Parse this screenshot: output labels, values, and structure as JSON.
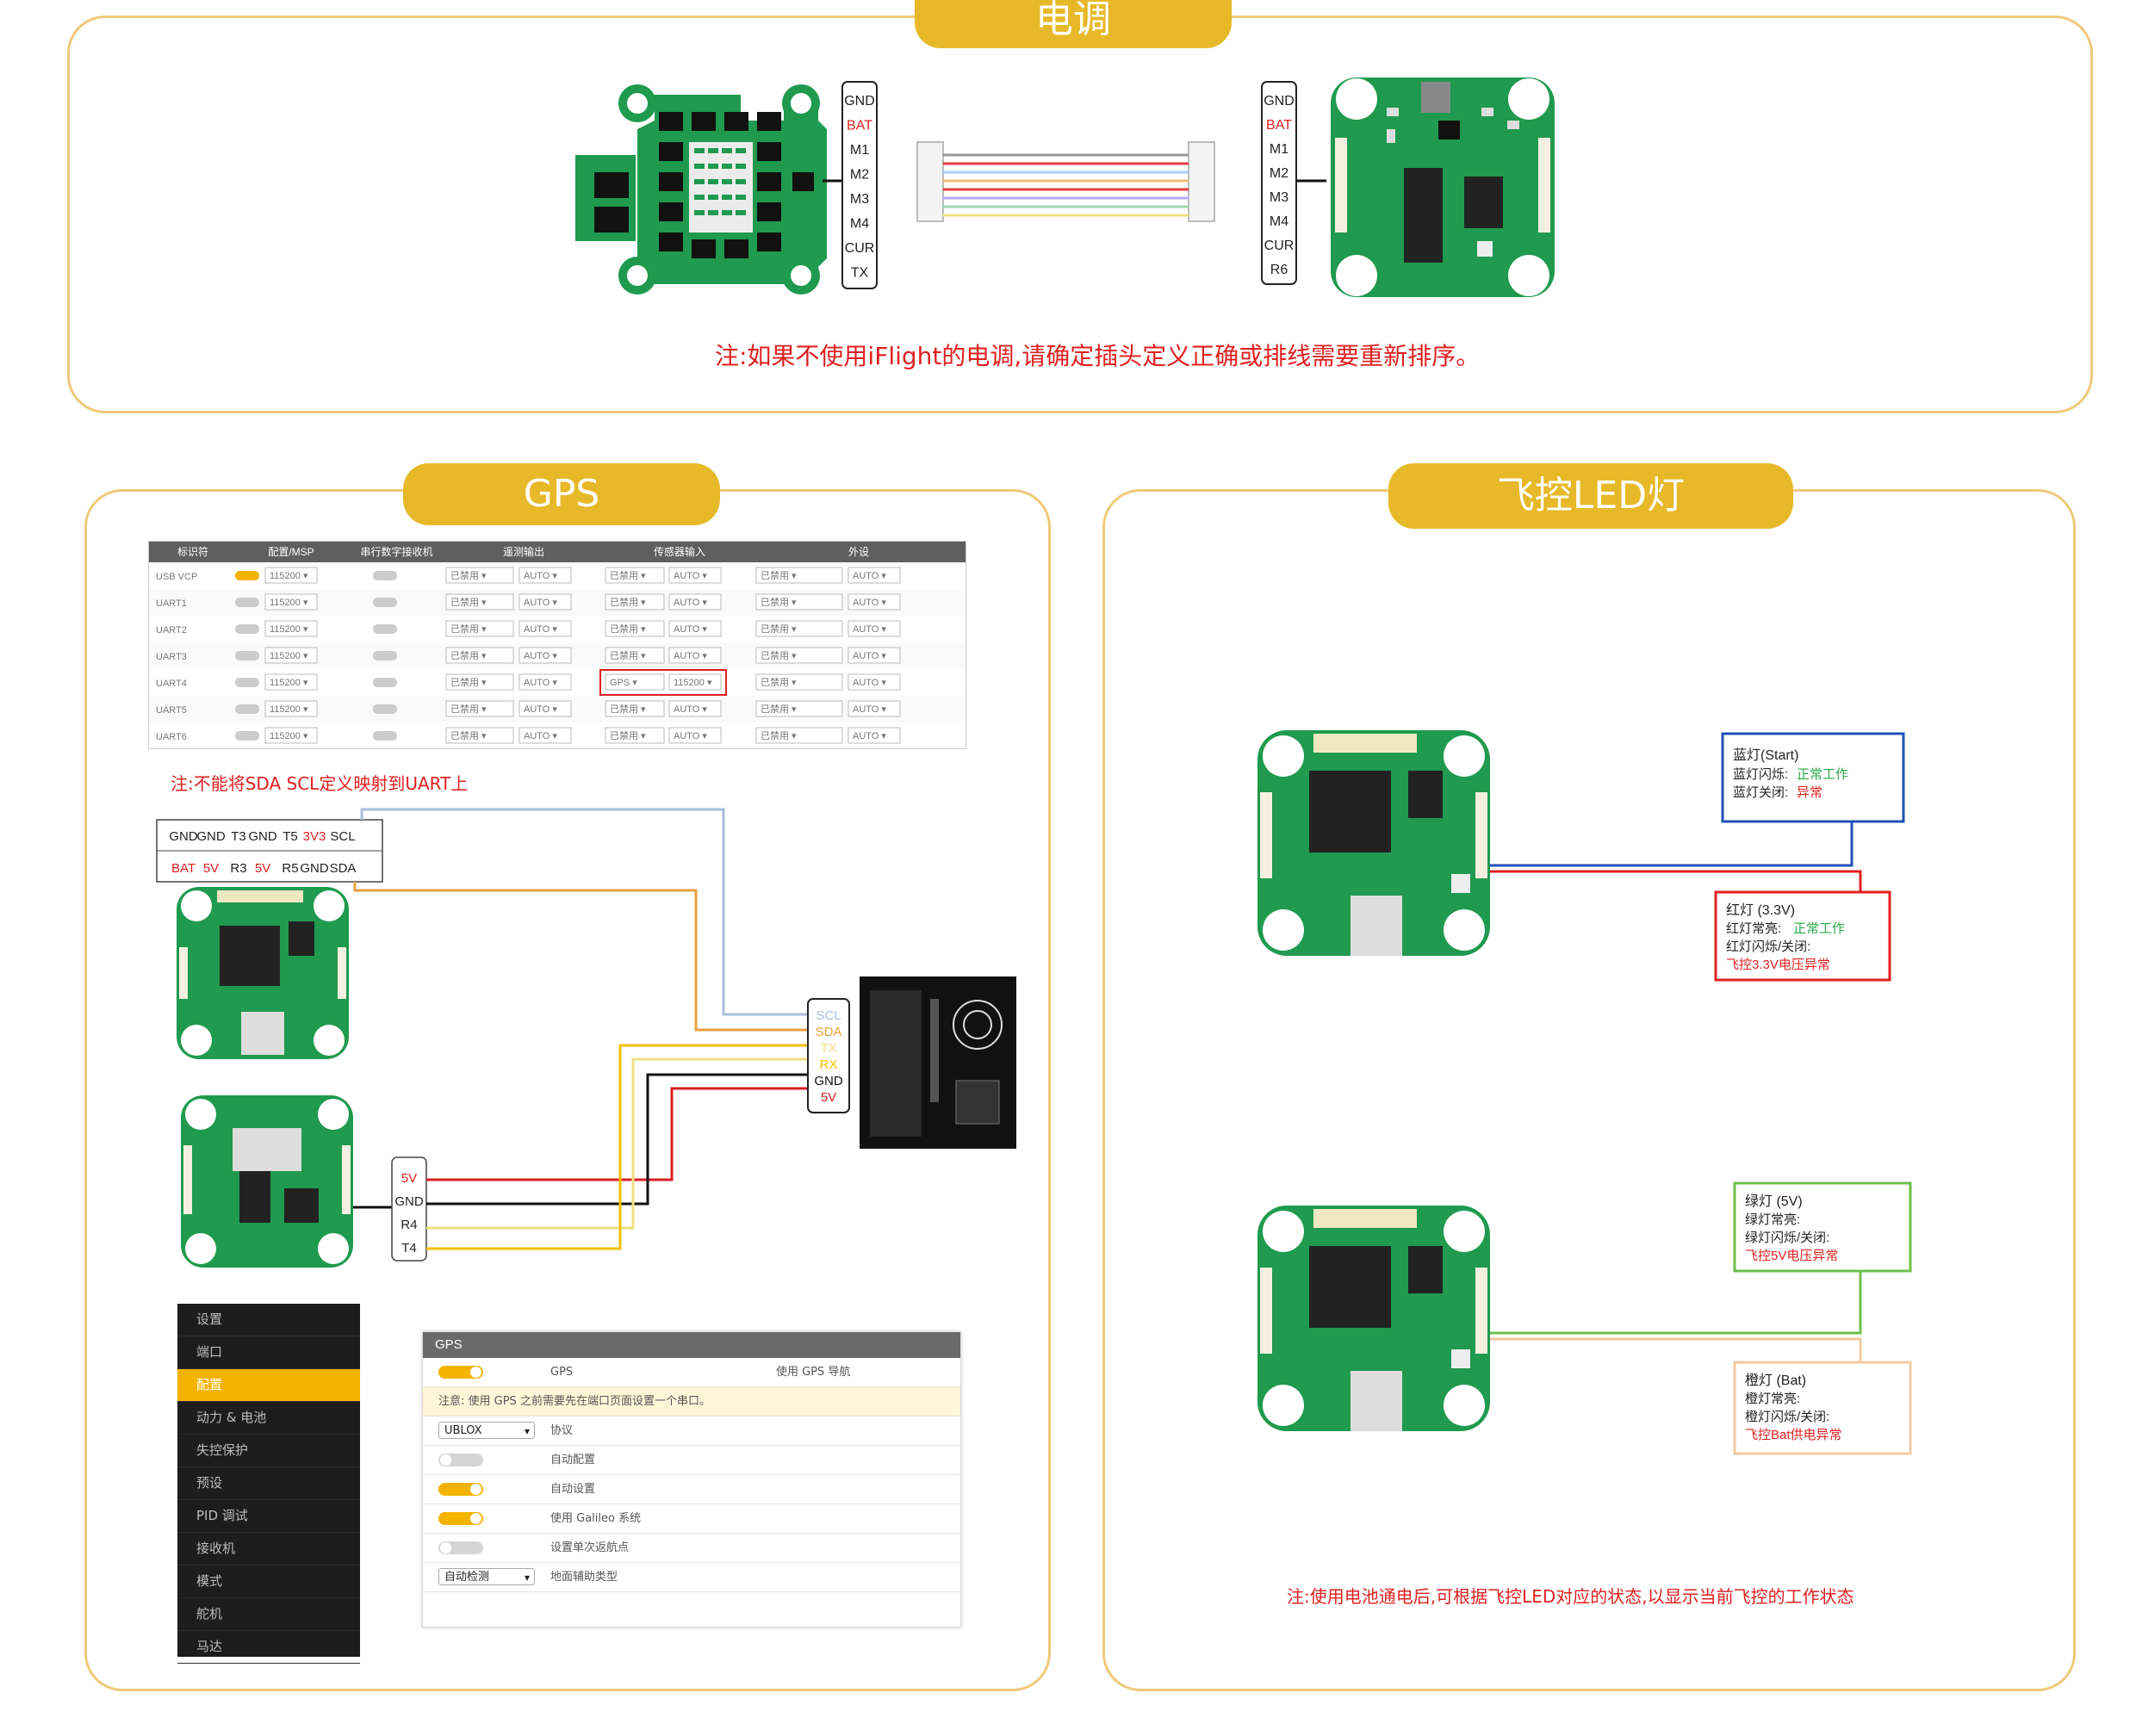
{
  "sections": {
    "esc": {
      "title": "电调"
    },
    "gps": {
      "title": "GPS"
    },
    "led": {
      "title": "飞控LED灯"
    }
  },
  "esc": {
    "left_pins": [
      "GND",
      "BAT",
      "M1",
      "M2",
      "M3",
      "M4",
      "CUR",
      "TX"
    ],
    "right_pins": [
      "GND",
      "BAT",
      "M1",
      "M2",
      "M3",
      "M4",
      "CUR",
      "R6"
    ],
    "note": "注:如果不使用iFlight的电调,请确定插头定义正确或排线需要重新排序。"
  },
  "gps": {
    "ports_note": "注:不能将SDA SCL定义映射到UART上",
    "top_connector_row1": [
      "GND",
      "GND",
      "T3",
      "GND",
      "T5",
      "3V3",
      "SCL"
    ],
    "top_connector_row2": [
      "BAT",
      "5V",
      "R3",
      "5V",
      "R5",
      "GND",
      "SDA"
    ],
    "module_pins": [
      "SCL",
      "SDA",
      "TX",
      "RX",
      "GND",
      "5V"
    ],
    "bottom_connector": [
      "5V",
      "GND",
      "R4",
      "T4"
    ],
    "ports_table": {
      "columns": [
        "标识符",
        "配置/MSP",
        "串行数字接收机",
        "遥测输出",
        "传感器输入",
        "外设"
      ],
      "rows": [
        {
          "id": "USB VCP",
          "msp": true,
          "baud": "115200",
          "rx": false,
          "tel": "已禁用",
          "tel_b": "AUTO",
          "sens": "已禁用",
          "sens_b": "AUTO",
          "per": "已禁用",
          "per_b": "AUTO"
        },
        {
          "id": "UART1",
          "msp": false,
          "baud": "115200",
          "rx": false,
          "tel": "已禁用",
          "tel_b": "AUTO",
          "sens": "已禁用",
          "sens_b": "AUTO",
          "per": "已禁用",
          "per_b": "AUTO"
        },
        {
          "id": "UART2",
          "msp": false,
          "baud": "115200",
          "rx": false,
          "tel": "已禁用",
          "tel_b": "AUTO",
          "sens": "已禁用",
          "sens_b": "AUTO",
          "per": "已禁用",
          "per_b": "AUTO"
        },
        {
          "id": "UART3",
          "msp": false,
          "baud": "115200",
          "rx": false,
          "tel": "已禁用",
          "tel_b": "AUTO",
          "sens": "已禁用",
          "sens_b": "AUTO",
          "per": "已禁用",
          "per_b": "AUTO"
        },
        {
          "id": "UART4",
          "msp": false,
          "baud": "115200",
          "rx": false,
          "tel": "已禁用",
          "tel_b": "AUTO",
          "sens": "GPS",
          "sens_b": "115200",
          "per": "已禁用",
          "per_b": "AUTO"
        },
        {
          "id": "UART5",
          "msp": false,
          "baud": "115200",
          "rx": false,
          "tel": "已禁用",
          "tel_b": "AUTO",
          "sens": "已禁用",
          "sens_b": "AUTO",
          "per": "已禁用",
          "per_b": "AUTO"
        },
        {
          "id": "UART6",
          "msp": false,
          "baud": "115200",
          "rx": false,
          "tel": "已禁用",
          "tel_b": "AUTO",
          "sens": "已禁用",
          "sens_b": "AUTO",
          "per": "已禁用",
          "per_b": "AUTO"
        }
      ]
    },
    "menu": [
      "设置",
      "端口",
      "配置",
      "动力 & 电池",
      "失控保护",
      "预设",
      "PID 调试",
      "接收机",
      "模式",
      "舵机",
      "马达"
    ],
    "menu_active": 2,
    "gps_panel": {
      "header": "GPS",
      "gps_label": "GPS",
      "gps_desc": "使用 GPS 导航",
      "notice": "注意: 使用 GPS 之前需要先在端口页面设置一个串口。",
      "protocol_value": "UBLOX",
      "protocol_label": "协议",
      "auto_config": "自动配置",
      "auto_baud": "自动设置",
      "galileo": "使用 Galileo 系统",
      "home_once": "设置单次返航点",
      "ground_assist_value": "自动检测",
      "ground_assist_label": "地面辅助类型"
    }
  },
  "led": {
    "blue_box": {
      "title": "蓝灯(Start)",
      "line1": "蓝灯闪烁:",
      "line1_status": "正常工作",
      "line2": "蓝灯关闭:",
      "line2_status": "异常"
    },
    "red_box": {
      "title": "红灯 (3.3V)",
      "line1": "红灯常亮:",
      "line1_status": "正常工作",
      "line2": "红灯闪烁/关闭:",
      "line3": "飞控3.3V电压异常"
    },
    "green_box": {
      "title": "绿灯 (5V)",
      "line1": "绿灯常亮:",
      "line2": "绿灯闪烁/关闭:",
      "line3": "飞控5V电压异常"
    },
    "orange_box": {
      "title": "橙灯 (Bat)",
      "line1": "橙灯常亮:",
      "line2": "橙灯闪烁/关闭:",
      "line3": "飞控Bat供电异常"
    },
    "note": "注:使用电池通电后,可根据飞控LED对应的状态,以显示当前飞控的工作状态"
  },
  "colors": {
    "accent": "#e7b928",
    "border": "#f0c97a",
    "pcb_green": "#1f9a4e",
    "note_red": "#e02020",
    "ok_green": "#2aa84a"
  }
}
